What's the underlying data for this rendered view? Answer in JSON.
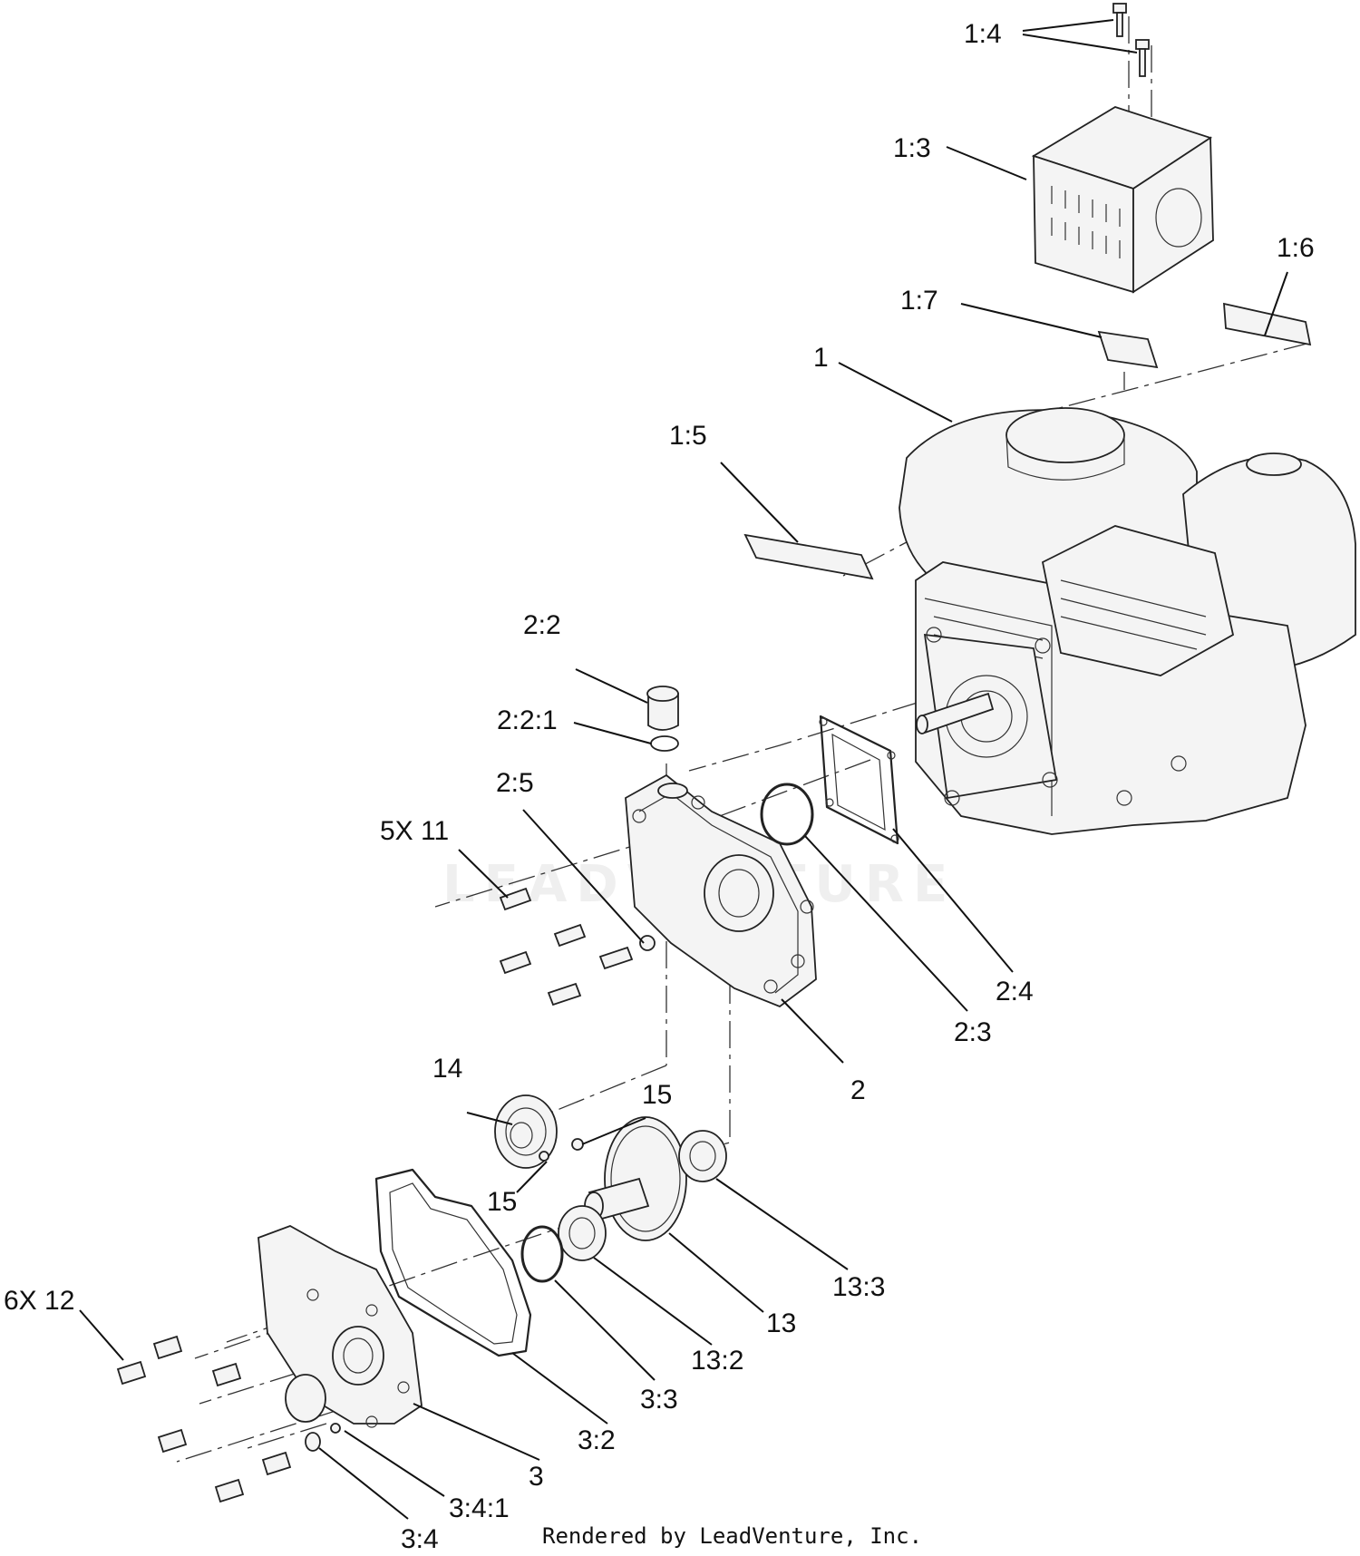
{
  "watermark_text": "LEADVENTURE",
  "credit_text": "Rendered by LeadVenture, Inc.",
  "callouts": {
    "c_1_4": "1:4",
    "c_1_3": "1:3",
    "c_1_6": "1:6",
    "c_1_7": "1:7",
    "c_1": "1",
    "c_1_5": "1:5",
    "c_2_2": "2:2",
    "c_2_2_1": "2:2:1",
    "c_2_5": "2:5",
    "c_5x11": "5X 11",
    "c_2_4": "2:4",
    "c_2_3": "2:3",
    "c_2": "2",
    "c_14": "14",
    "c_15a": "15",
    "c_15b": "15",
    "c_13_3": "13:3",
    "c_13": "13",
    "c_13_2": "13:2",
    "c_3_3": "3:3",
    "c_3_2": "3:2",
    "c_3": "3",
    "c_6x12": "6X 12",
    "c_3_4_1": "3:4:1",
    "c_3_4": "3:4"
  }
}
